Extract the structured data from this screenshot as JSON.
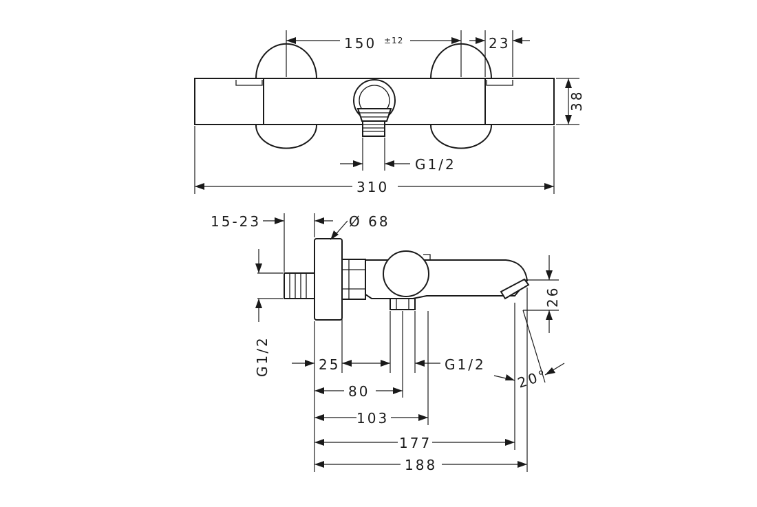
{
  "top_view": {
    "spacing": "150",
    "spacing_tolerance": "±12",
    "end_offset": "23",
    "height": "38",
    "outlet_thread": "G1/2",
    "total_width": "310"
  },
  "side_view": {
    "eccentric_range": "15-23",
    "rosette_diameter": "Ø 68",
    "inlet_thread": "G1/2",
    "spout_height": "26",
    "dim_25": "25",
    "outlet_thread": "G1/2",
    "spout_angle": "20°",
    "dim_80": "80",
    "dim_103": "103",
    "dim_177": "177",
    "dim_188": "188"
  }
}
